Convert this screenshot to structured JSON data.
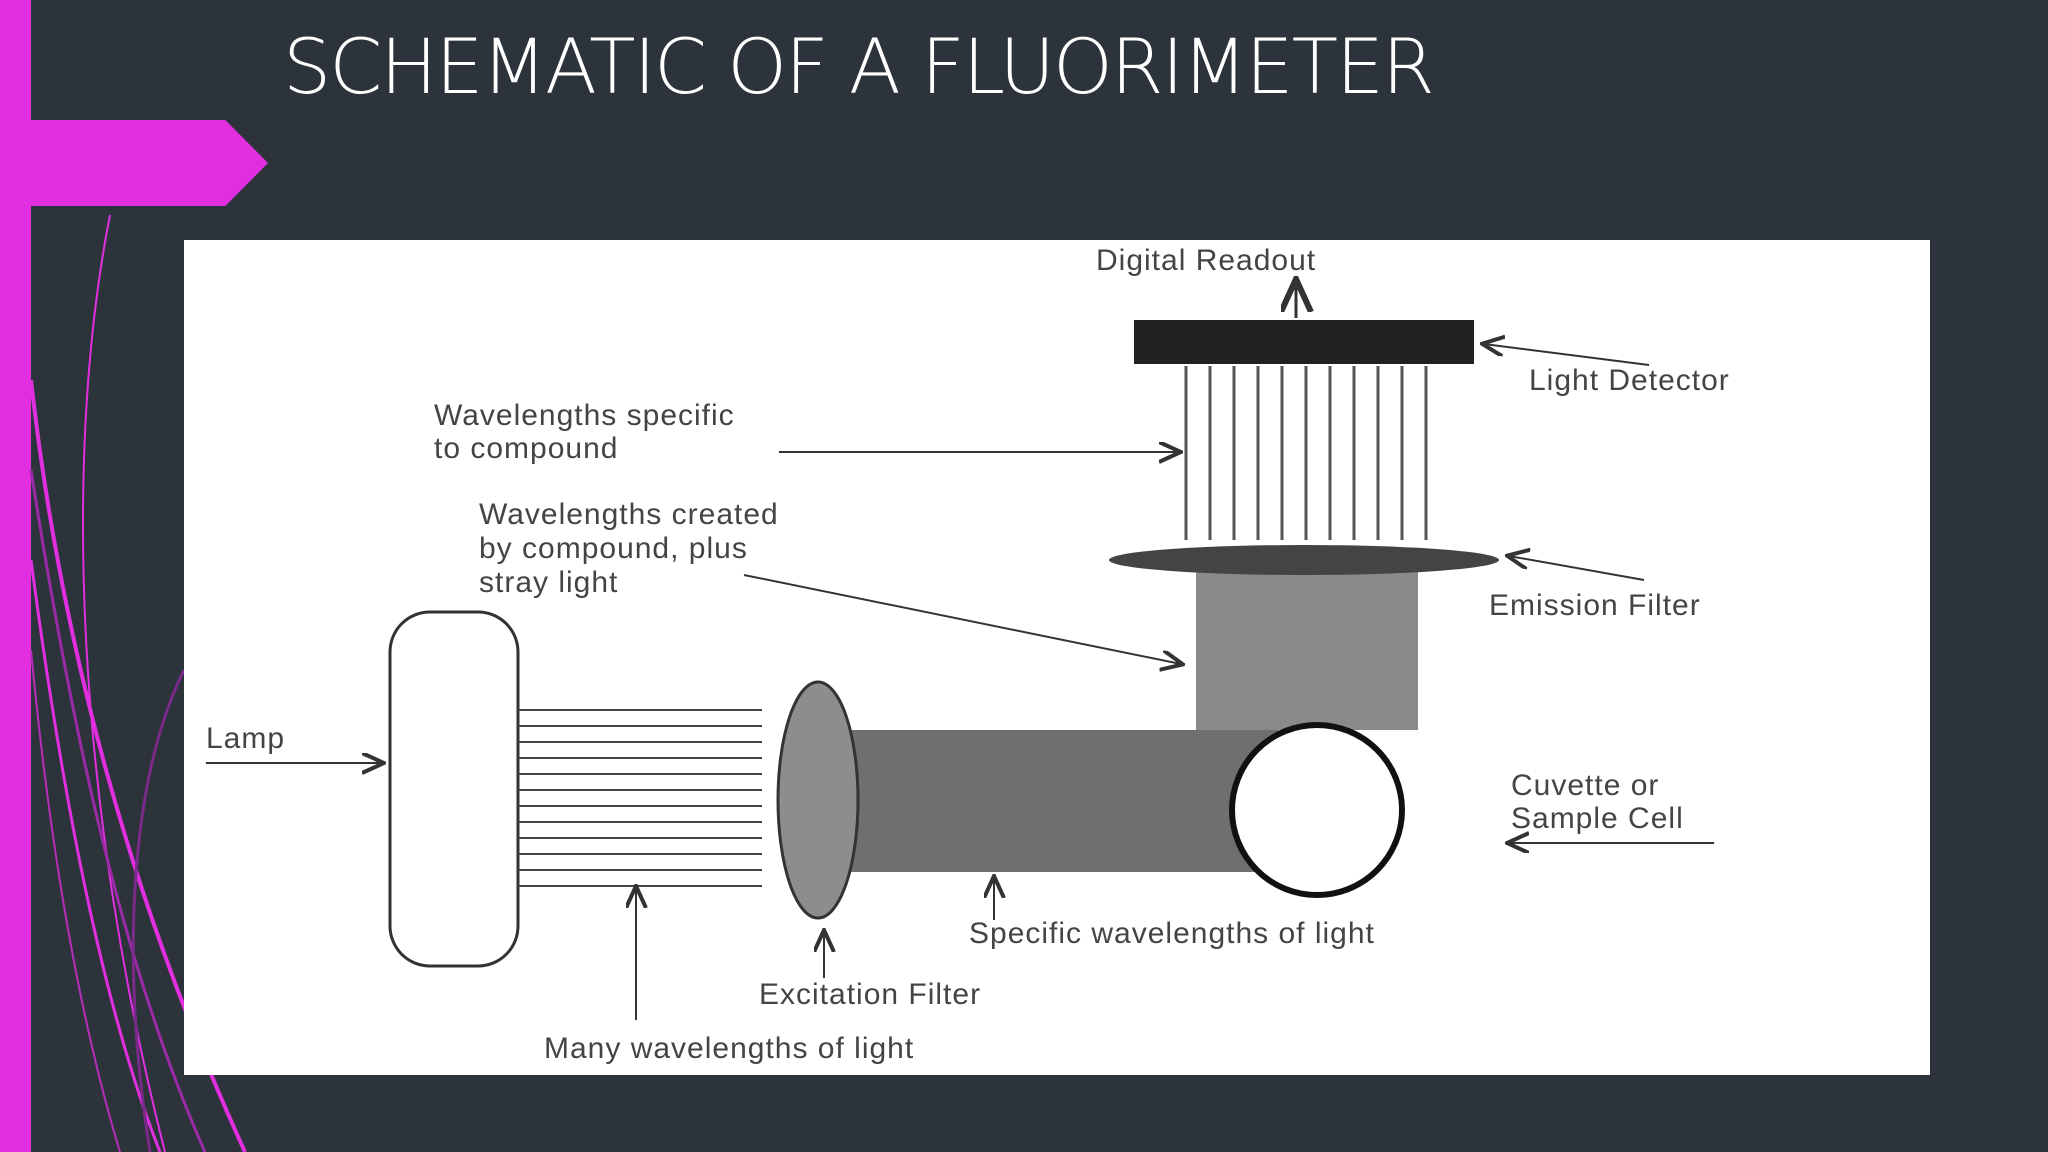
{
  "slide": {
    "title": "SCHEMATIC OF A FLUORIMETER",
    "accent_color": "#e12fe0",
    "background_color": "#2c333b"
  },
  "diagram": {
    "labels": {
      "digital_readout": "Digital Readout",
      "light_detector": "Light Detector",
      "wavelengths_specific_line1": "Wavelengths specific",
      "wavelengths_specific_line2": "to compound",
      "wavelengths_created_line1": "Wavelengths created",
      "wavelengths_created_line2": "by compound, plus",
      "wavelengths_created_line3": "stray light",
      "emission_filter": "Emission Filter",
      "lamp": "Lamp",
      "cuvette_line1": "Cuvette or",
      "cuvette_line2": "Sample Cell",
      "specific_wavelengths": "Specific wavelengths of light",
      "excitation_filter": "Excitation Filter",
      "many_wavelengths": "Many wavelengths of light"
    }
  }
}
